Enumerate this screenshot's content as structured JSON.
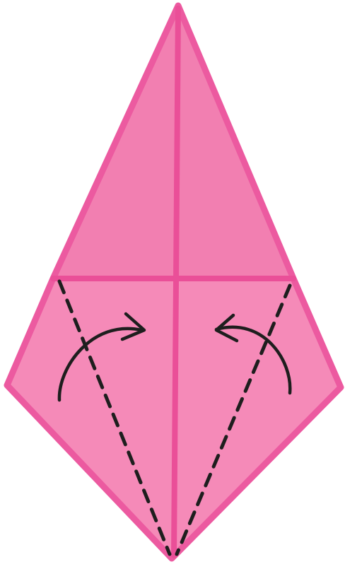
{
  "colors": {
    "background": "#ffffff",
    "paper_fill": "#f58ab8",
    "paper_fill_top": "#f27fb1",
    "edge": "#ec5aa0",
    "crease": "#ea4f98",
    "dash_line": "#1e1e1e",
    "arrow": "#1e1e1e"
  },
  "diagram": {
    "shape": "kite",
    "folds": [
      "left-valley-fold",
      "right-valley-fold"
    ],
    "arrows": [
      "left-fold-arrow",
      "right-fold-arrow"
    ]
  }
}
